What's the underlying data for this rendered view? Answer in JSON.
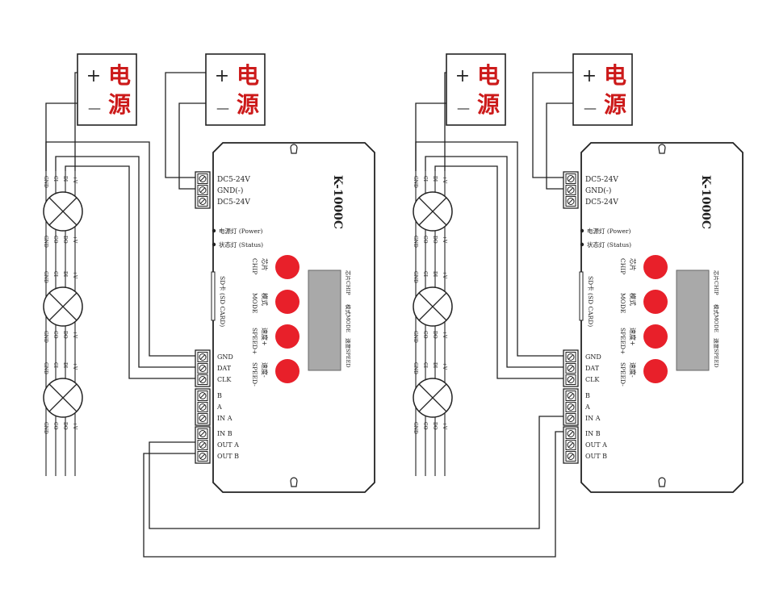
{
  "power_supply": {
    "plus": "+",
    "minus": "—",
    "char_top": "电",
    "char_bottom": "源"
  },
  "controller": {
    "model": "K-1000C",
    "input_labels": [
      "DC5-24V",
      "GND(-)",
      "DC5-24V"
    ],
    "led_labels": [
      "电源灯 (Power)",
      "状态灯 (Status)"
    ],
    "sd_label": "SD卡 (SD CARD)",
    "buttons": [
      {
        "cn": "芯片",
        "en": "CHIP"
      },
      {
        "cn": "模式",
        "en": "MODE"
      },
      {
        "cn": "速度+",
        "en": "SPEED+"
      },
      {
        "cn": "速度-",
        "en": "SPEED-"
      }
    ],
    "display_labels": [
      "芯片CHIP",
      "模式MODE",
      "速度SPEED"
    ],
    "output_labels": [
      "GND",
      "DAT",
      "CLK"
    ],
    "sync_labels_a": [
      "B",
      "A",
      "IN A"
    ],
    "sync_labels_b": [
      "IN B",
      "OUT A",
      "OUT B"
    ]
  },
  "light_pins": [
    "GND",
    "CI",
    "DI",
    "+V"
  ],
  "light_pins_out": [
    "GND",
    "CO",
    "DO",
    "+V"
  ],
  "colors": {
    "line": "#222222",
    "button": "#e8202a",
    "chinese": "#cc1a1a",
    "display": "#a9a9a9"
  }
}
